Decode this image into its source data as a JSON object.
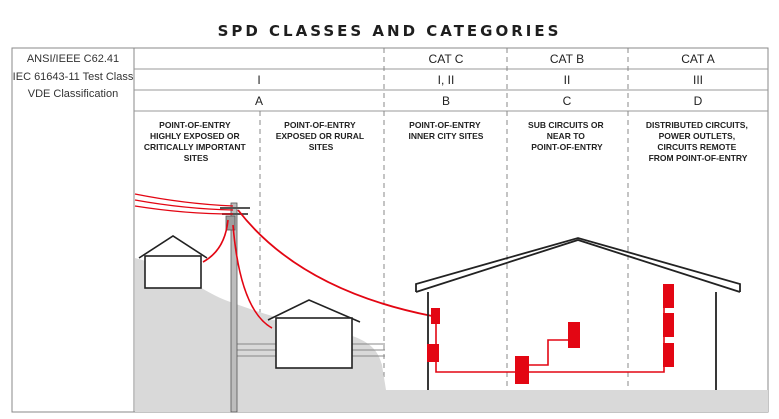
{
  "title": "SPD CLASSES AND CATEGORIES",
  "row_labels": [
    "ANSI/IEEE C62.41",
    "IEC 61643-11 Test Class",
    "VDE Classification"
  ],
  "ansi": [
    "",
    "CAT C",
    "CAT B",
    "CAT A"
  ],
  "iec": [
    "I",
    "I, II",
    "II",
    "III"
  ],
  "vde": [
    "A",
    "B",
    "C",
    "D"
  ],
  "descriptions": [
    [
      "POINT-OF-ENTRY",
      "HIGHLY EXPOSED OR",
      "CRITICALLY IMPORTANT",
      "SITES"
    ],
    [
      "POINT-OF-ENTRY",
      "EXPOSED OR RURAL",
      "SITES"
    ],
    [
      "POINT-OF-ENTRY",
      "INNER CITY SITES"
    ],
    [
      "SUB CIRCUITS OR",
      "NEAR TO",
      "POINT-OF-ENTRY"
    ],
    [
      "DISTRIBUTED CIRCUITS,",
      "POWER OUTLETS,",
      "CIRCUITS REMOTE",
      "FROM POINT-OF-ENTRY"
    ]
  ],
  "colors": {
    "accent": "#e30613",
    "ground": "#d9d9d9",
    "line": "#222222"
  }
}
